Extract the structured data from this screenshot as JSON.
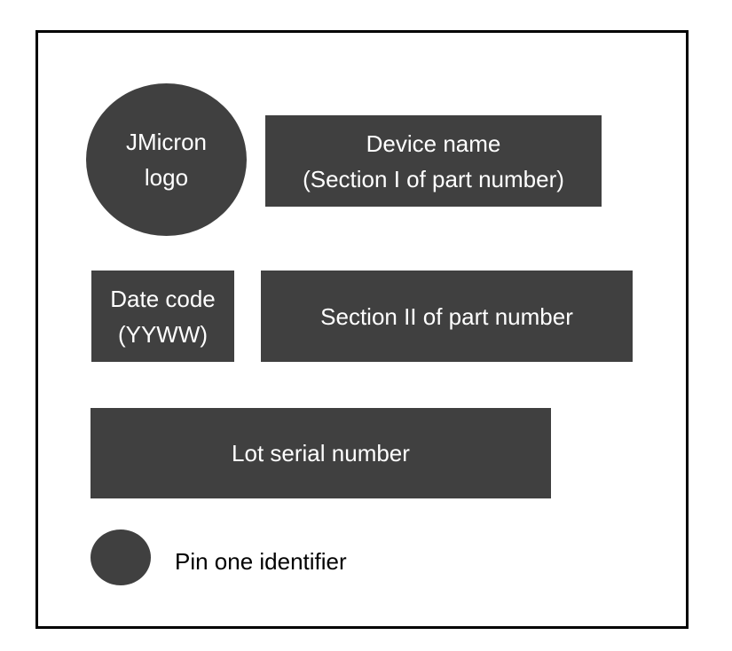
{
  "colors": {
    "block_fill": "#404040",
    "block_text": "#ffffff",
    "frame_border": "#000000",
    "background": "#ffffff"
  },
  "marking": {
    "logo": {
      "lines": [
        "JMicron",
        "logo"
      ]
    },
    "device_name": {
      "lines": [
        "Device name",
        "(Section I of part number)"
      ]
    },
    "date_code": {
      "lines": [
        "Date code",
        "(YYWW)"
      ]
    },
    "section_two": {
      "label": "Section II of part number"
    },
    "lot_serial": {
      "label": "Lot serial number"
    },
    "pin_one": {
      "label": "Pin one identifier"
    }
  }
}
